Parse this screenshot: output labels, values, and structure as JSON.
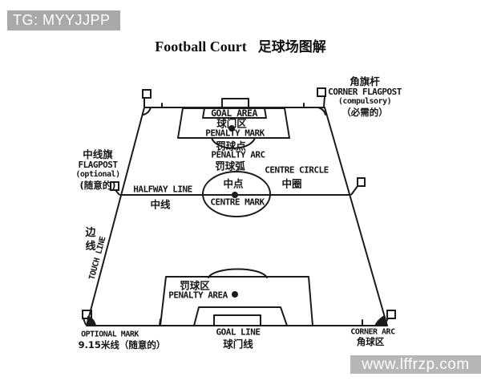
{
  "badge": {
    "text": "TG: MYYJJPP"
  },
  "title": {
    "en": "Football Court",
    "zh": "足球场图解"
  },
  "watermark": {
    "text": "www.lffrzp.com"
  },
  "colors": {
    "line": "#1b1b1b",
    "badge_bg": "#a9a9a9",
    "watermark_bg": "#b6b6b6",
    "page_bg": "#ffffff",
    "label_text": "#161616"
  },
  "field_labels": {
    "goal_area_en": "GOAL AREA",
    "goal_area_zh": "球门区",
    "penalty_mark_en": "PENALTY MARK",
    "penalty_mark_zh": "罚球点",
    "penalty_arc_en": "PENALTY ARC",
    "penalty_arc_zh": "罚球弧",
    "centre_circle_en": "CENTRE CIRCLE",
    "centre_circle_zh": "中圈",
    "centre_point_zh": "中点",
    "centre_mark_en": "CENTRE MARK",
    "halfway_line_en": "HALFWAY LINE",
    "halfway_line_zh": "中线",
    "halfway_flag_zh": "中线旗",
    "halfway_flag_en": "FLAGPOST",
    "halfway_flag_opt_en": "(optional)",
    "halfway_flag_opt_zh": "(随意的)",
    "touch_line_zh": "边线",
    "touch_line_en": "TOUCH LINE",
    "corner_flag_zh": "角旗杆",
    "corner_flag_en": "CORNER FLAGPOST",
    "corner_flag_req_en": "(compulsory)",
    "corner_flag_req_zh": "（必需的）",
    "penalty_area_zh": "罚球区",
    "penalty_area_en": "PENALTY AREA",
    "goal_line_en": "GOAL LINE",
    "goal_line_zh": "球门线",
    "optional_mark_en": "OPTIONAL MARK",
    "optional_mark_zh": "9.15米线（随意的）",
    "corner_arc_en": "CORNER ARC",
    "corner_arc_zh": "角球区"
  }
}
